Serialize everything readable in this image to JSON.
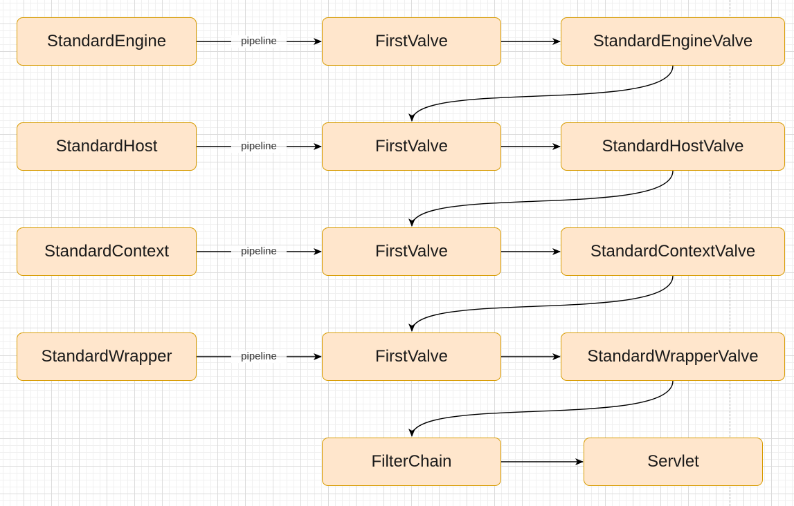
{
  "nodes": {
    "standard_engine": "StandardEngine",
    "first_valve_1": "FirstValve",
    "standard_engine_valve": "StandardEngineValve",
    "standard_host": "StandardHost",
    "first_valve_2": "FirstValve",
    "standard_host_valve": "StandardHostValve",
    "standard_context": "StandardContext",
    "first_valve_3": "FirstValve",
    "standard_context_valve": "StandardContextValve",
    "standard_wrapper": "StandardWrapper",
    "first_valve_4": "FirstValve",
    "standard_wrapper_valve": "StandardWrapperValve",
    "filter_chain": "FilterChain",
    "servlet": "Servlet"
  },
  "edge_labels": {
    "pipeline_1": "pipeline",
    "pipeline_2": "pipeline",
    "pipeline_3": "pipeline",
    "pipeline_4": "pipeline"
  },
  "colors": {
    "node_fill": "#ffe6cc",
    "node_stroke": "#d79b00",
    "edge": "#000000"
  }
}
